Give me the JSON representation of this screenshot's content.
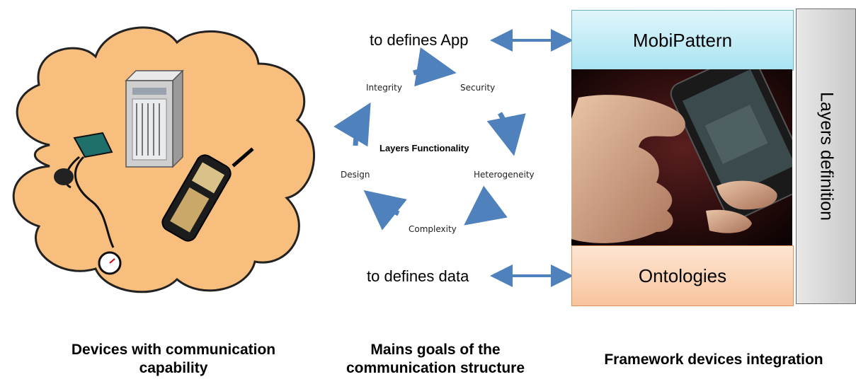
{
  "left": {
    "caption_line1": "Devices with communication",
    "caption_line2": "capability"
  },
  "center": {
    "top_link": "to defines App",
    "bottom_link": "to defines data",
    "cycle_title": "Layers Functionality",
    "cycle_items": [
      "Integrity",
      "Security",
      "Heterogeneity",
      "Complexity",
      "Design"
    ],
    "caption_line1": "Mains goals of the",
    "caption_line2": "communication structure"
  },
  "right": {
    "top_box": "MobiPattern",
    "bottom_box": "Ontologies",
    "side_panel": "Layers definition",
    "caption": "Framework devices integration"
  },
  "icons": [
    "cloud-icon",
    "server-icon",
    "blood-pressure-monitor-icon",
    "mobile-phone-icon",
    "hand-holding-phone-photo",
    "double-arrow-icon",
    "cycle-arrow-icon"
  ],
  "colors": {
    "cloud_fill": "#F8BE7E",
    "arrow_blue": "#4F81BD",
    "mobi_fill": "#B7E8F4",
    "onto_fill": "#FAD0AE"
  }
}
